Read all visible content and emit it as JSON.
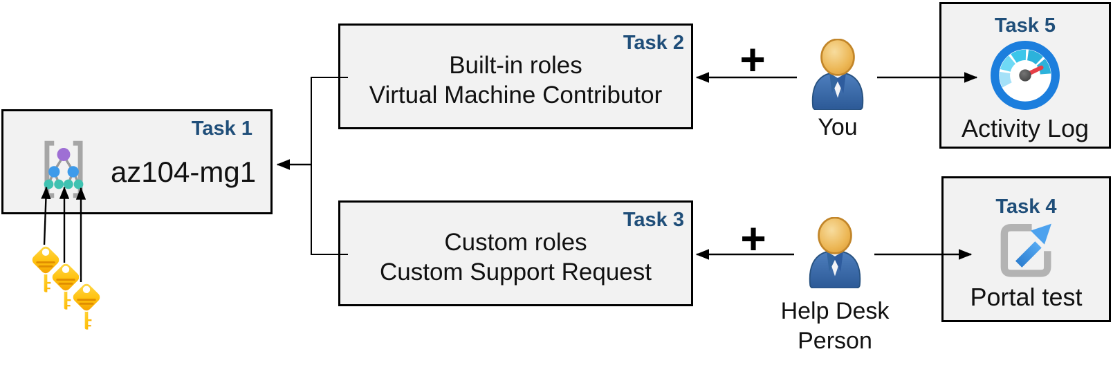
{
  "boxes": {
    "task1": {
      "title": "Task 1",
      "name": "az104-mg1"
    },
    "task2": {
      "title": "Task 2",
      "line1": "Built-in roles",
      "line2": "Virtual Machine Contributor"
    },
    "task3": {
      "title": "Task 3",
      "line1": "Custom roles",
      "line2": "Custom Support Request"
    },
    "task4": {
      "title": "Task 4",
      "caption": "Portal test"
    },
    "task5": {
      "title": "Task 5",
      "caption": "Activity Log"
    }
  },
  "actors": {
    "you": {
      "label": "You"
    },
    "help_desk": {
      "label_line1": "Help Desk",
      "label_line2": "Person"
    }
  },
  "operators": {
    "plus_top": "+",
    "plus_bottom": "+"
  },
  "icons": {
    "task1_icon": "management-group-icon",
    "keys_icon": "three-gold-keys-icon",
    "you_icon": "person-icon",
    "help_desk_icon": "person-icon",
    "task5_icon": "gauge-speedometer-icon",
    "task4_icon": "external-link-icon"
  },
  "colors": {
    "box_fill": "#F2F2F2",
    "box_border": "#000000",
    "task_title": "#1F4E79",
    "text": "#111111",
    "connector": "#000000",
    "key_gold": "#FFC10E",
    "key_stripe_orange": "#E08E00",
    "person_body_blue": "#33619F",
    "person_head_gold": "#E2A33D",
    "gauge_ring_blue": "#1C7EDD",
    "gauge_segment_cyan": "#2CB2DB",
    "gauge_segment_pale": "#A5E1F8",
    "gauge_needle_red": "#E63E46",
    "portal_bracket_gray": "#B3B3B3",
    "portal_arrow_blue": "#4DA2EE",
    "mg_purple": "#9E6FD4",
    "mg_node_blue": "#3E9BEA",
    "mg_node_teal": "#3FC2B1",
    "mg_bracket_gray": "#A6A6A6"
  }
}
